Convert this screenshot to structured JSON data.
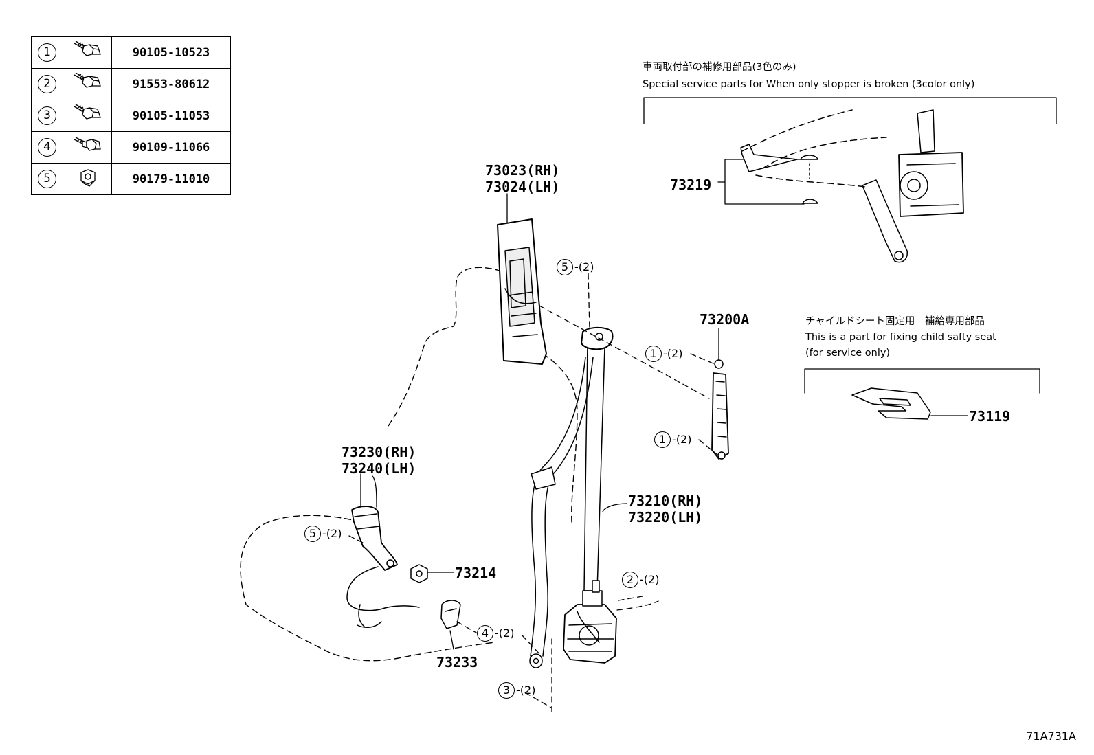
{
  "fasteners": [
    {
      "num": "1",
      "part": "90105-10523",
      "icon": "flange-bolt-icon"
    },
    {
      "num": "2",
      "part": "91553-80612",
      "icon": "flange-bolt-icon"
    },
    {
      "num": "3",
      "part": "90105-11053",
      "icon": "flange-bolt-icon"
    },
    {
      "num": "4",
      "part": "90109-11066",
      "icon": "shoulder-bolt-icon"
    },
    {
      "num": "5",
      "part": "90179-11010",
      "icon": "hex-nut-icon"
    }
  ],
  "labels": {
    "p73023": "73023(RH)",
    "p73024": "73024(LH)",
    "p73230": "73230(RH)",
    "p73240": "73240(LH)",
    "p73210": "73210(RH)",
    "p73220": "73220(LH)",
    "p73200A": "73200A",
    "p73214": "73214",
    "p73233": "73233",
    "p73219": "73219",
    "p73119": "73119"
  },
  "callouts": {
    "c5_top": {
      "num": "5",
      "qty": "-(2)"
    },
    "c1_upper": {
      "num": "1",
      "qty": "-(2)"
    },
    "c1_lower": {
      "num": "1",
      "qty": "-(2)"
    },
    "c5_left": {
      "num": "5",
      "qty": "-(2)"
    },
    "c2_right": {
      "num": "2",
      "qty": "-(2)"
    },
    "c4_mid": {
      "num": "4",
      "qty": "-(2)"
    },
    "c3_bottom": {
      "num": "3",
      "qty": "-(2)"
    }
  },
  "notes": {
    "special_jp": "車両取付部の補修用部品(3色のみ)",
    "special_en": "Special service parts for When only stopper is broken (3color only)",
    "child_jp": "チャイルドシート固定用　補給専用部品",
    "child_en1": "This is a part for fixing child safty seat",
    "child_en2": "(for service only)"
  },
  "ref_code": "71A731A"
}
